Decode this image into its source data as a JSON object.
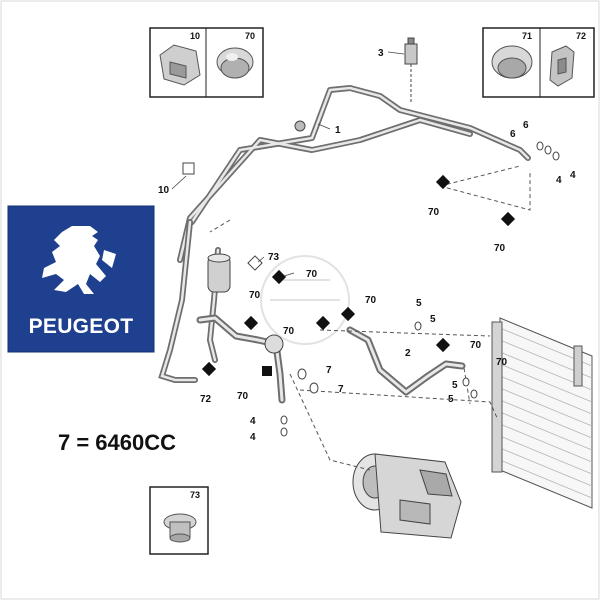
{
  "brand": {
    "name": "PEUGEOT",
    "background_color": "#1f3f8f",
    "logo_icon": "lion-icon"
  },
  "part_reference": "7 = 6460CC",
  "inset_boxes": [
    {
      "numbers": [
        "10",
        "70"
      ]
    },
    {
      "numbers": [
        "71",
        "72"
      ]
    },
    {
      "numbers": [
        "73"
      ]
    }
  ],
  "callouts": {
    "c1": "1",
    "c2": "2",
    "c3": "3",
    "c4a": "4",
    "c4b": "4",
    "c4c": "4",
    "c4d": "4",
    "c5a": "5",
    "c5b": "5",
    "c5c": "5",
    "c5d": "5",
    "c6a": "6",
    "c6b": "6",
    "c7a": "7",
    "c7b": "7",
    "c10": "10",
    "c70a": "70",
    "c70b": "70",
    "c70c": "70",
    "c70d": "70",
    "c70e": "70",
    "c70f": "70",
    "c70g": "70",
    "c70h": "70",
    "c70i": "70",
    "c72": "72",
    "c73": "73"
  },
  "colors": {
    "line": "#444444",
    "pipe": "#8a8a8a",
    "condenser": "#999999"
  }
}
